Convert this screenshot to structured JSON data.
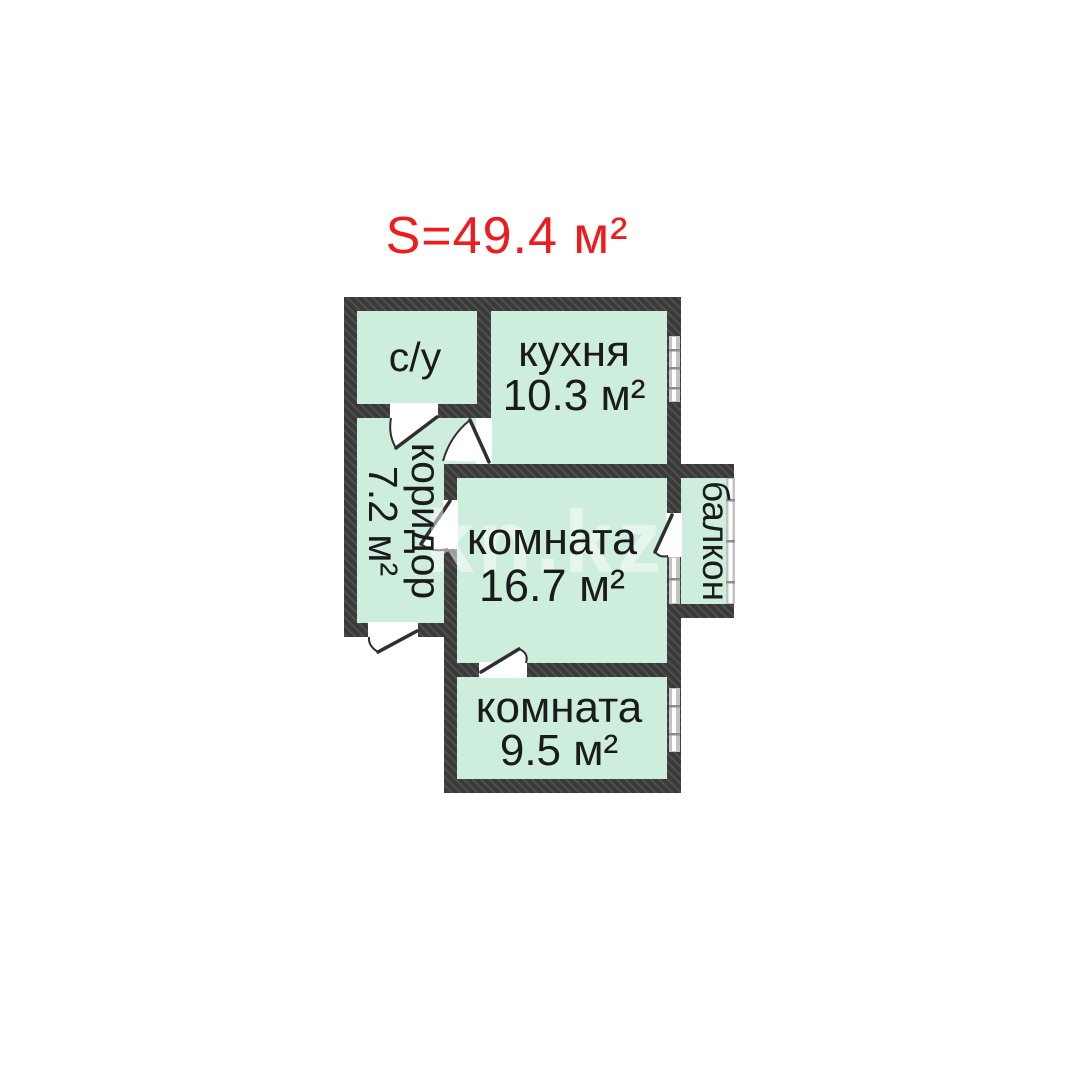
{
  "title": {
    "text": "S=49.4 м²"
  },
  "watermark": {
    "text": "kn.kz"
  },
  "rooms": {
    "bathroom": {
      "label": "с/у"
    },
    "kitchen": {
      "label": "кухня",
      "area": "10.3 м²"
    },
    "corridor": {
      "label": "коридор",
      "area": "7.2 м²"
    },
    "living_room": {
      "label": "комната",
      "area": "16.7 м²"
    },
    "balcony": {
      "label": "балкон"
    },
    "bedroom": {
      "label": "комната",
      "area": "9.5 м²"
    }
  },
  "colors": {
    "title_red": "#ee1c1c",
    "room_fill": "#cdeddd",
    "wall_dark": "#3a3a3a",
    "window_gray": "#c3c3c3",
    "label_ink": "#1b1b1b",
    "background": "#ffffff"
  }
}
